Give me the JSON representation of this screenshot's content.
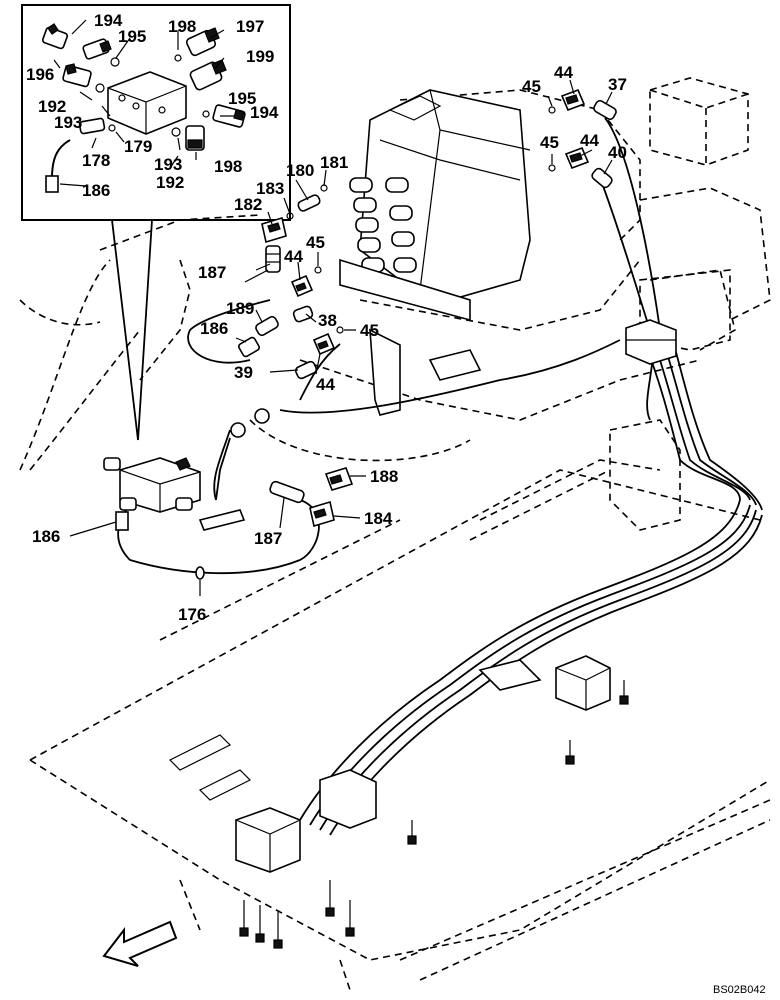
{
  "callouts": {
    "i194a": "194",
    "i195a": "195",
    "i196": "196",
    "i198a": "198",
    "i197": "197",
    "i199": "199",
    "i192a": "192",
    "i193a": "193",
    "i195b": "195",
    "i194b": "194",
    "i178": "178",
    "i179": "179",
    "i193b": "193",
    "i198b": "198",
    "i192b": "192",
    "i186": "186",
    "m180": "180",
    "m181": "181",
    "m183": "183",
    "m182": "182",
    "m45a": "45",
    "m44a": "44",
    "m37": "37",
    "m45b": "45",
    "m44b": "44",
    "m40": "40",
    "m45c": "45",
    "m44c": "44",
    "m187a": "187",
    "m189": "189",
    "m38": "38",
    "m45d": "45",
    "m186a": "186",
    "m39": "39",
    "m44d": "44",
    "m188": "188",
    "m184": "184",
    "m186b": "186",
    "m187b": "187",
    "m176": "176"
  },
  "drawing_code": "BS02B042",
  "icons": {
    "direction": "front-direction-arrow-icon"
  }
}
